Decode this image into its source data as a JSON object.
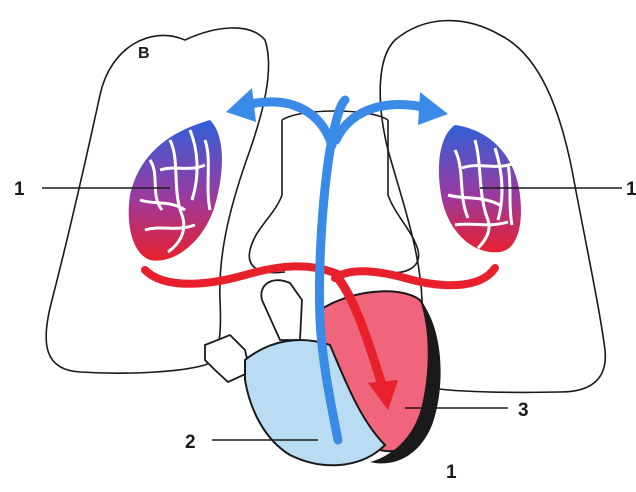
{
  "labels": {
    "corner": "B",
    "capillaries_left": "1",
    "capillaries_right": "1",
    "right_ventricle": "2",
    "left_atrium": "3",
    "bottom_mark": "1"
  },
  "colors": {
    "deoxygenated": "#3a8be8",
    "oxygenated": "#e8202c",
    "heart_right_side": "#b9dcf2",
    "heart_left_side": "#f0657c",
    "outline": "#1a1a1a"
  }
}
